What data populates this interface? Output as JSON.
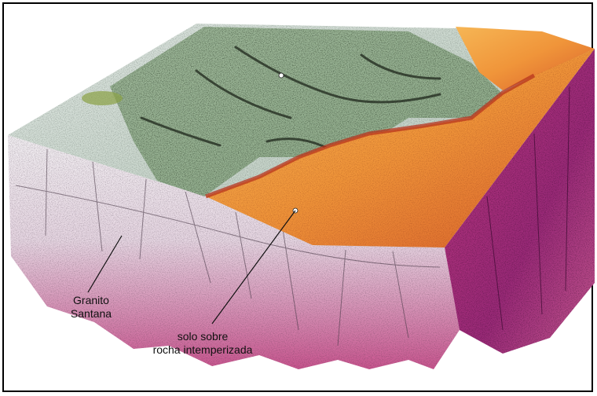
{
  "labels": {
    "granito": {
      "line1": "Granito",
      "line2": "Santana"
    },
    "solo": {
      "line1": "solo sobre",
      "line2": "rocha intemperizada"
    }
  },
  "colors": {
    "frame": "#000000",
    "rock_top": "#e8ecec",
    "vegetation_green": "#5f8a52",
    "vegetation_dark": "#2d3a2a",
    "soil_orange": "#f29a3a",
    "soil_red": "#d2582a",
    "rock_front": "#ece2ea",
    "rock_pink": "#c94a8e",
    "rock_magenta": "#9a2a78",
    "leader_line": "#111111"
  }
}
